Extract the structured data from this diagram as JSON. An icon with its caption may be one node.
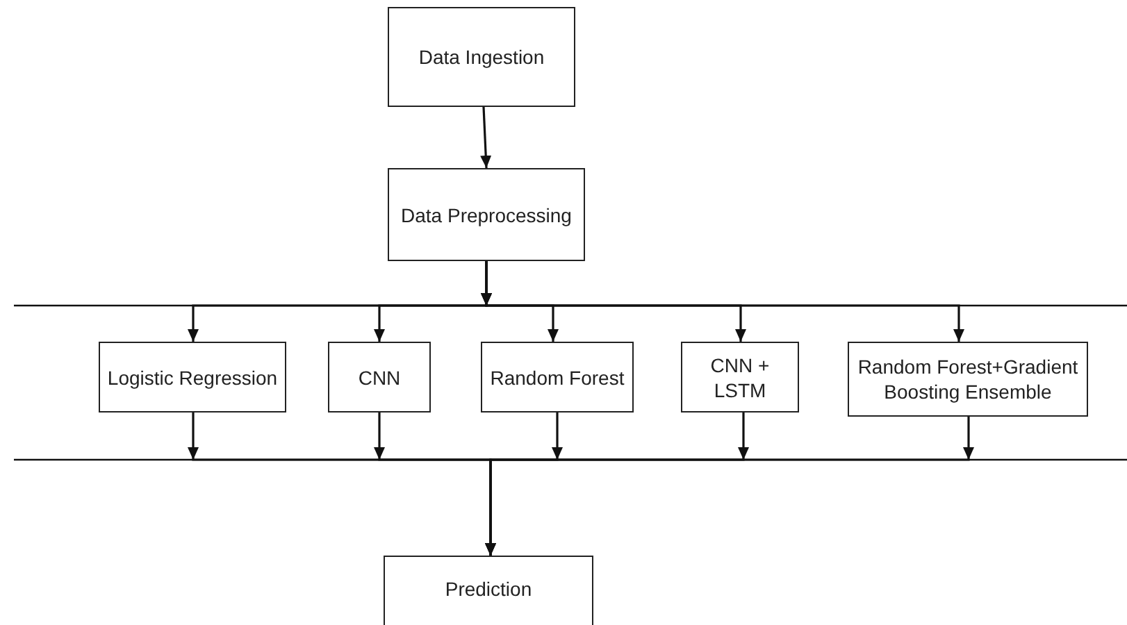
{
  "diagram": {
    "nodes": [
      {
        "text": [
          "Data Ingestion"
        ]
      },
      {
        "text": [
          "Data Preprocessing"
        ]
      },
      {
        "text": [
          "Logistic Regression"
        ]
      },
      {
        "text": [
          "CNN"
        ]
      },
      {
        "text": [
          "Random Forest"
        ]
      },
      {
        "text": [
          "CNN + LSTM"
        ]
      },
      {
        "text": [
          "Random Forest+Gradient Boosting Ensemble"
        ]
      },
      {
        "text": [
          "Prediction"
        ]
      }
    ],
    "edges": [
      {
        "from": 0,
        "to": 1,
        "arrow": "to"
      },
      {
        "from": 1,
        "to": 2,
        "arrow": "to"
      },
      {
        "from": 1,
        "to": 3,
        "arrow": "to"
      },
      {
        "from": 1,
        "to": 4,
        "arrow": "to"
      },
      {
        "from": 1,
        "to": 5,
        "arrow": "to"
      },
      {
        "from": 1,
        "to": 6,
        "arrow": "to"
      },
      {
        "from": 2,
        "to": 7,
        "arrow": "to"
      },
      {
        "from": 3,
        "to": 7,
        "arrow": "to"
      },
      {
        "from": 4,
        "to": 7,
        "arrow": "to"
      },
      {
        "from": 5,
        "to": 7,
        "arrow": "to"
      },
      {
        "from": 6,
        "to": 7,
        "arrow": "to"
      }
    ]
  }
}
